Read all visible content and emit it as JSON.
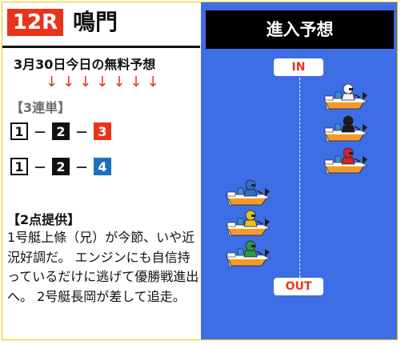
{
  "race": {
    "number": "12R",
    "venue": "鳴門"
  },
  "prediction": {
    "date_line": "3月30日今日の無料予想",
    "arrows": "↓↓↓↓↓↓↓",
    "bet_type": "【3連単】",
    "combos": [
      {
        "first": "1",
        "second": "2",
        "third": "3"
      },
      {
        "first": "1",
        "second": "2",
        "third": "4"
      }
    ],
    "dash": "－"
  },
  "note": {
    "title": "【2点提供】",
    "body": "1号艇上條（兄）が今節、いや近況好調だ。 エンジンにも自信持っているだけに逃げて優勝戦進出へ。 2号艇長岡が差して追走。"
  },
  "approach": {
    "title": "進入予想",
    "in_label": "IN",
    "out_label": "OUT",
    "boats": [
      {
        "lane": 1,
        "helmet_color": "#f4f4f4"
      },
      {
        "lane": 2,
        "helmet_color": "#1a1a1a"
      },
      {
        "lane": 3,
        "helmet_color": "#d2262a"
      },
      {
        "lane": 4,
        "helmet_color": "#2f6fcb"
      },
      {
        "lane": 5,
        "helmet_color": "#e6c021"
      },
      {
        "lane": 6,
        "helmet_color": "#2f9a3b"
      }
    ]
  },
  "colors": {
    "race_badge": "#e8351a",
    "panel_blue": "#3e6ee6",
    "boat_hull": "#f29a2e",
    "arrow_red": "#e8351a"
  }
}
